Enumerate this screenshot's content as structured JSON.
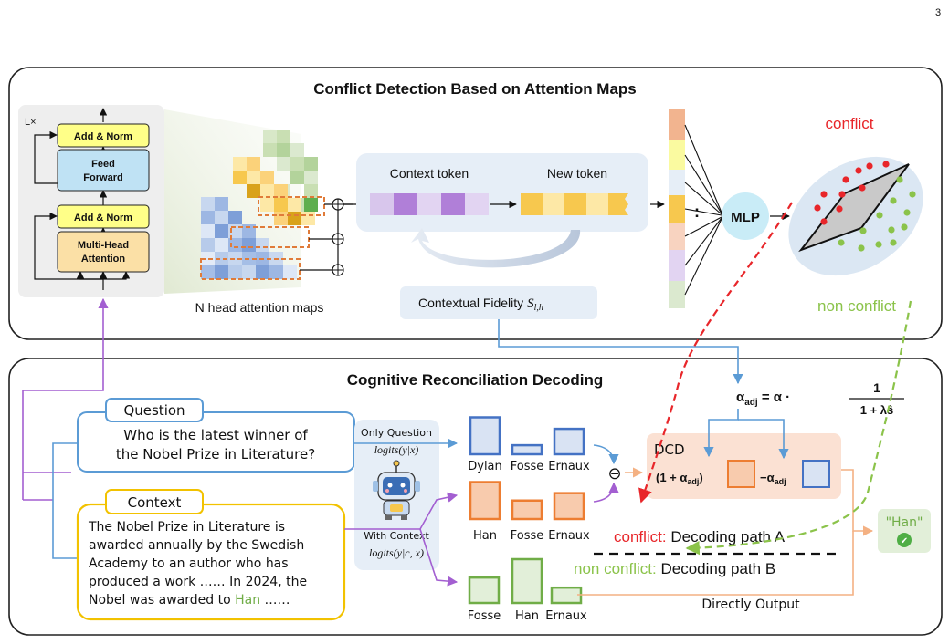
{
  "page": {
    "number": "3"
  },
  "top_panel": {
    "title": "Conflict Detection Based on Attention Maps",
    "layer_count": "L×",
    "blocks": {
      "add_norm_top": "Add & Norm",
      "feed_forward_line1": "Feed",
      "feed_forward_line2": "Forward",
      "add_norm_bottom": "Add & Norm",
      "mha_line1": "Multi-Head",
      "mha_line2": "Attention"
    },
    "attention_maps_label": "N head attention maps",
    "context_token_label": "Context token",
    "new_token_label": "New token",
    "fidelity_label": "Contextual Fidelity ",
    "fidelity_symbol": "S",
    "fidelity_subscript": "l,h",
    "vector_ellipsis": ":",
    "mlp_label": "MLP",
    "conflict_label": "conflict",
    "non_conflict_label": "non conflict"
  },
  "bottom_panel": {
    "title": "Cognitive Reconciliation Decoding",
    "question_tag": "Question",
    "question_text": [
      "Who is the latest winner of",
      "the Nobel Prize in Literature?"
    ],
    "context_tag": "Context",
    "context_lines": [
      "The Nobel Prize in Literature  is",
      "awarded annually by the Swedish",
      "Academy to an author who has",
      "produced a work …… In 2024, the"
    ],
    "context_last_prefix": "Nobel was awarded to ",
    "context_last_answer": "Han",
    "context_last_suffix": " ……",
    "only_question_label": "Only Question",
    "logits_question": "logits(y|x)",
    "with_context_label": "With Context",
    "logits_context": "logits(y|c, x)",
    "bars_question": [
      {
        "label": "Dylan",
        "value": 0.9
      },
      {
        "label": "Fosse",
        "value": 0.22
      },
      {
        "label": "Ernaux",
        "value": 0.62
      }
    ],
    "bars_context": [
      {
        "label": "Han",
        "value": 0.9
      },
      {
        "label": "Fosse",
        "value": 0.45
      },
      {
        "label": "Ernaux",
        "value": 0.63
      }
    ],
    "bars_path_b": [
      {
        "label": "Fosse",
        "value": 0.58
      },
      {
        "label": "Han",
        "value": 1.0
      },
      {
        "label": "Ernaux",
        "value": 0.35
      }
    ],
    "minus_symbol": "⊖",
    "dcd_label": "DCD",
    "dcd_term1": "(1 + α",
    "dcd_sub": "adj",
    "dcd_term1_close": ")",
    "dcd_term2": "−α",
    "alpha_formula_left": "α",
    "alpha_formula_eq": " = α ·",
    "alpha_numerator": "1",
    "alpha_denominator": "1 + λŝ",
    "path_a_tag": "conflict:",
    "path_a_text": " Decoding path A",
    "path_b_tag": "non conflict:",
    "path_b_text": " Decoding path B",
    "directly_output": "Directly Output",
    "answer": "\"Han\"",
    "check_icon": "✔"
  },
  "colors": {
    "conflict": "#e8262a",
    "non_conflict": "#8bc34a",
    "question_box": "#5b9bd5",
    "context_box": "#f2c200",
    "mha_arrow": "#a35fd1",
    "dcd_panel": "#fbe1d3",
    "bar_blue": "#4472c4",
    "bar_orange": "#ed7d31",
    "bar_green": "#70ad47"
  }
}
